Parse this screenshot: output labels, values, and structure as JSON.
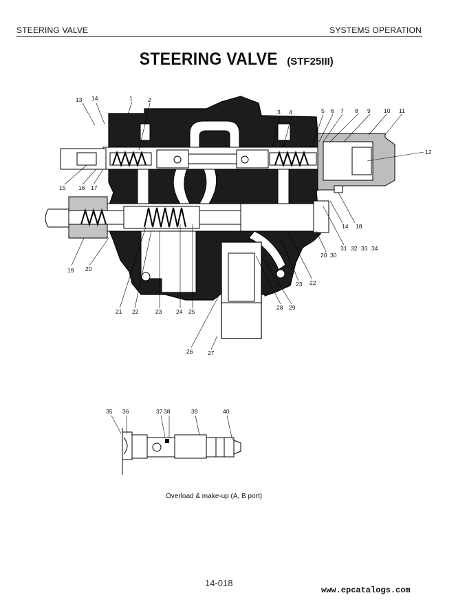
{
  "header": {
    "left": "STEERING VALVE",
    "right": "SYSTEMS OPERATION"
  },
  "title": {
    "main": "STEERING VALVE",
    "model": "(STF25III)"
  },
  "diagram_main": {
    "labels": [
      "1",
      "2",
      "3",
      "4",
      "5",
      "6",
      "7",
      "8",
      "9",
      "10",
      "11",
      "12",
      "13",
      "14",
      "15",
      "16",
      "17",
      "14",
      "18",
      "19",
      "20",
      "20",
      "30",
      "31",
      "32",
      "33",
      "34",
      "21",
      "22",
      "23",
      "24",
      "25",
      "23",
      "22",
      "28",
      "29",
      "26",
      "27"
    ]
  },
  "diagram_detail": {
    "labels": [
      "35",
      "36",
      "37",
      "38",
      "39",
      "40"
    ],
    "caption": "Overload & make-up (A, B port)"
  },
  "footer": {
    "page_number": "14-018",
    "website": "www.epcatalogs.com"
  }
}
